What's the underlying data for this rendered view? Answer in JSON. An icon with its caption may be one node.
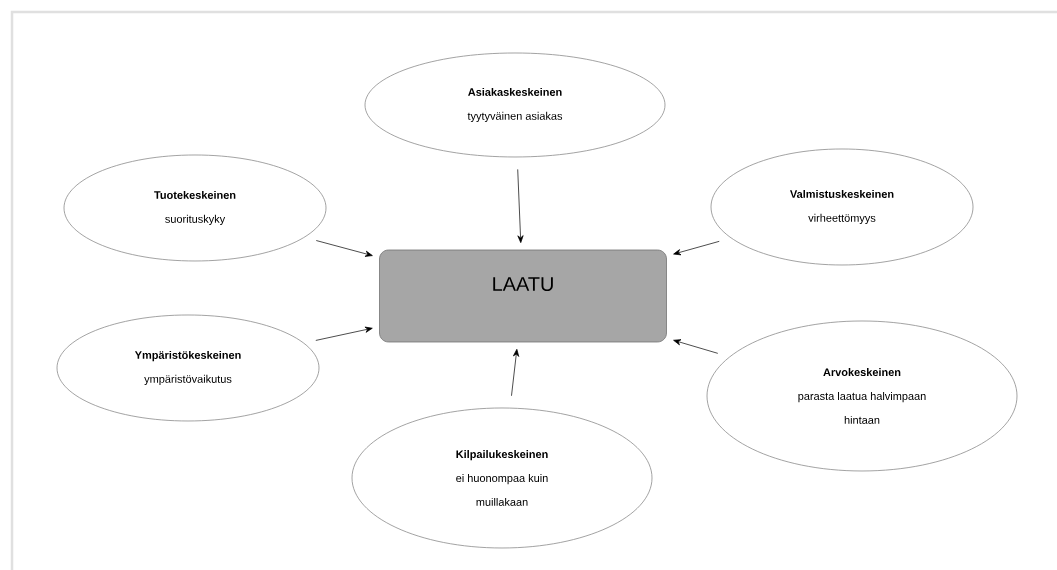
{
  "diagram": {
    "nodes": [
      {
        "text": [
          "Asiakaskeskeinen",
          "tyytyväinen asiakas"
        ]
      },
      {
        "text": [
          "Tuotekeskeinen",
          "suorituskyky"
        ]
      },
      {
        "text": [
          "Valmistuskeskeinen",
          "virheettömyys"
        ]
      },
      {
        "text": [
          "LAATU"
        ]
      },
      {
        "text": [
          "Ympäristökeskeinen",
          "ympäristövaikutus"
        ]
      },
      {
        "text": [
          "Arvokeskeinen",
          "parasta laatua halvimpaan hintaan"
        ]
      },
      {
        "text": [
          "Kilpailukeskeinen",
          "ei huonompaa kuin muillakaan"
        ]
      }
    ],
    "edges": [
      {
        "from": 0,
        "to": 3,
        "arrow": "to"
      },
      {
        "from": 1,
        "to": 3,
        "arrow": "to"
      },
      {
        "from": 2,
        "to": 3,
        "arrow": "to"
      },
      {
        "from": 4,
        "to": 3,
        "arrow": "to"
      },
      {
        "from": 5,
        "to": 3,
        "arrow": "to"
      },
      {
        "from": 6,
        "to": 3,
        "arrow": "to"
      }
    ]
  }
}
